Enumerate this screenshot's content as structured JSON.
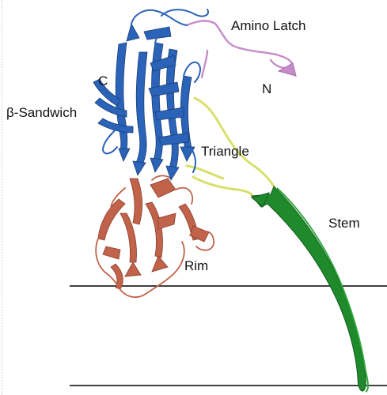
{
  "labels": {
    "amino_latch": "Amino Latch",
    "c_terminus": "C",
    "n_terminus": "N",
    "beta_sandwich": "β-Sandwich",
    "triangle": "Triangle",
    "stem": "Stem",
    "rim": "Rim"
  },
  "colors": {
    "beta_sandwich": "#2a63b8",
    "rim": "#c0634a",
    "stem": "#1f8a2c",
    "triangle": "#d9e06a",
    "amino_latch": "#c58cc9",
    "membrane": "#000000"
  }
}
